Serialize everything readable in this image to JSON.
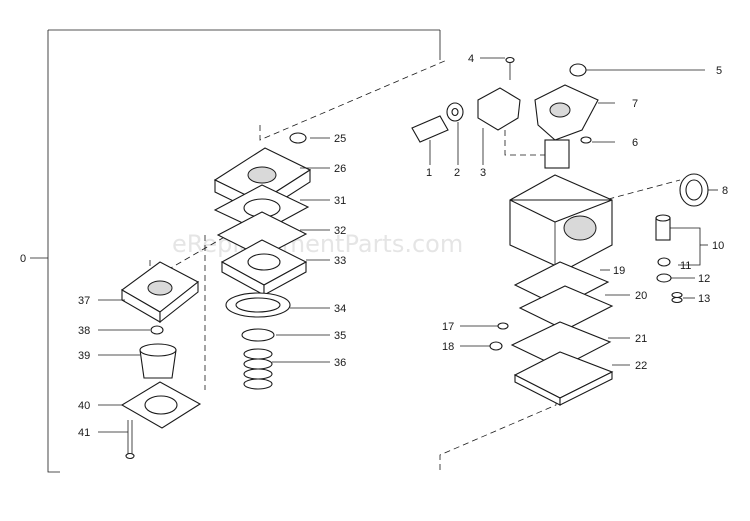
{
  "watermark": "eReplacementParts.com",
  "callouts": {
    "c0": "0",
    "c1": "1",
    "c2": "2",
    "c3": "3",
    "c4": "4",
    "c5": "5",
    "c6": "6",
    "c7": "7",
    "c8": "8",
    "c10": "10",
    "c11": "11",
    "c12": "12",
    "c13": "13",
    "c17": "17",
    "c18": "18",
    "c19": "19",
    "c20": "20",
    "c21": "21",
    "c22": "22",
    "c25": "25",
    "c26": "26",
    "c31": "31",
    "c32": "32",
    "c33": "33",
    "c34": "34",
    "c35": "35",
    "c36": "36",
    "c37": "37",
    "c38": "38",
    "c39": "39",
    "c40": "40",
    "c41": "41"
  }
}
